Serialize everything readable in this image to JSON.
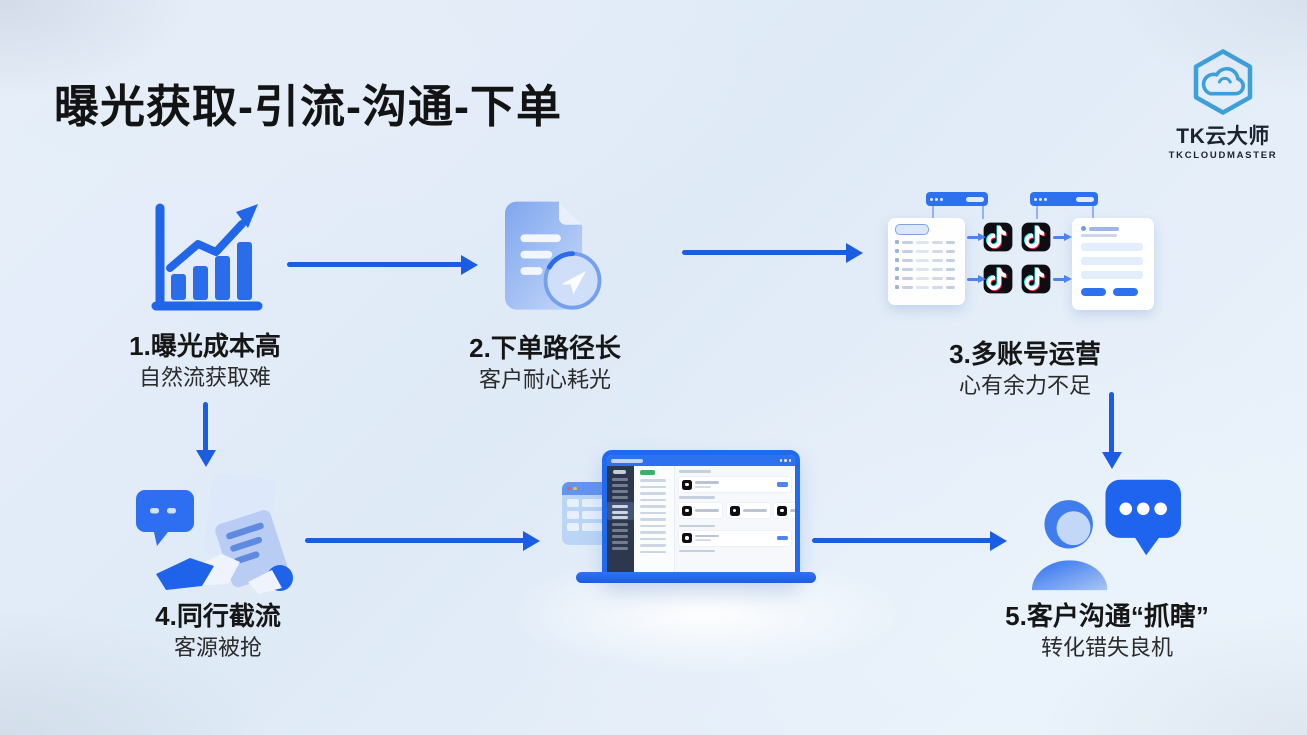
{
  "page": {
    "title": "曝光获取-引流-沟通-下单"
  },
  "brand": {
    "name": "TK云大师",
    "subtitle": "TKCLOUDMASTER",
    "logo_icon": "hexagon-cloud-icon",
    "accent": "#3da0da"
  },
  "steps": [
    {
      "label": "1.曝光成本高",
      "sub": "自然流获取难",
      "icon": "growth-bar-chart-icon"
    },
    {
      "label": "2.下单路径长",
      "sub": "客户耐心耗光",
      "icon": "order-document-coin-icon"
    },
    {
      "label": "3.多账号运营",
      "sub": "心有余力不足",
      "icon": "multi-account-tiktok-graphic"
    },
    {
      "label": "4.同行截流",
      "sub": "客源被抢",
      "icon": "competitor-intercept-documents-chat-icon"
    },
    {
      "label": "5.客户沟通“抓瞎”",
      "sub": "转化错失良机",
      "icon": "customer-person-chat-icon"
    }
  ],
  "flow_edges": [
    {
      "from": "step-1",
      "to": "step-2"
    },
    {
      "from": "step-2",
      "to": "step-3"
    },
    {
      "from": "step-1",
      "to": "step-4"
    },
    {
      "from": "step-3",
      "to": "step-5"
    },
    {
      "from": "step-4",
      "to": "dashboard-laptop"
    },
    {
      "from": "dashboard-laptop",
      "to": "step-5"
    }
  ],
  "colors": {
    "arrow_blue": "#1a5ce2",
    "icon_primary_blue": "#2468ec",
    "icon_light_blue": "#b9d0f5",
    "tiktok_black": "#0d0d12",
    "background_light_blue": "#e4edf8"
  }
}
